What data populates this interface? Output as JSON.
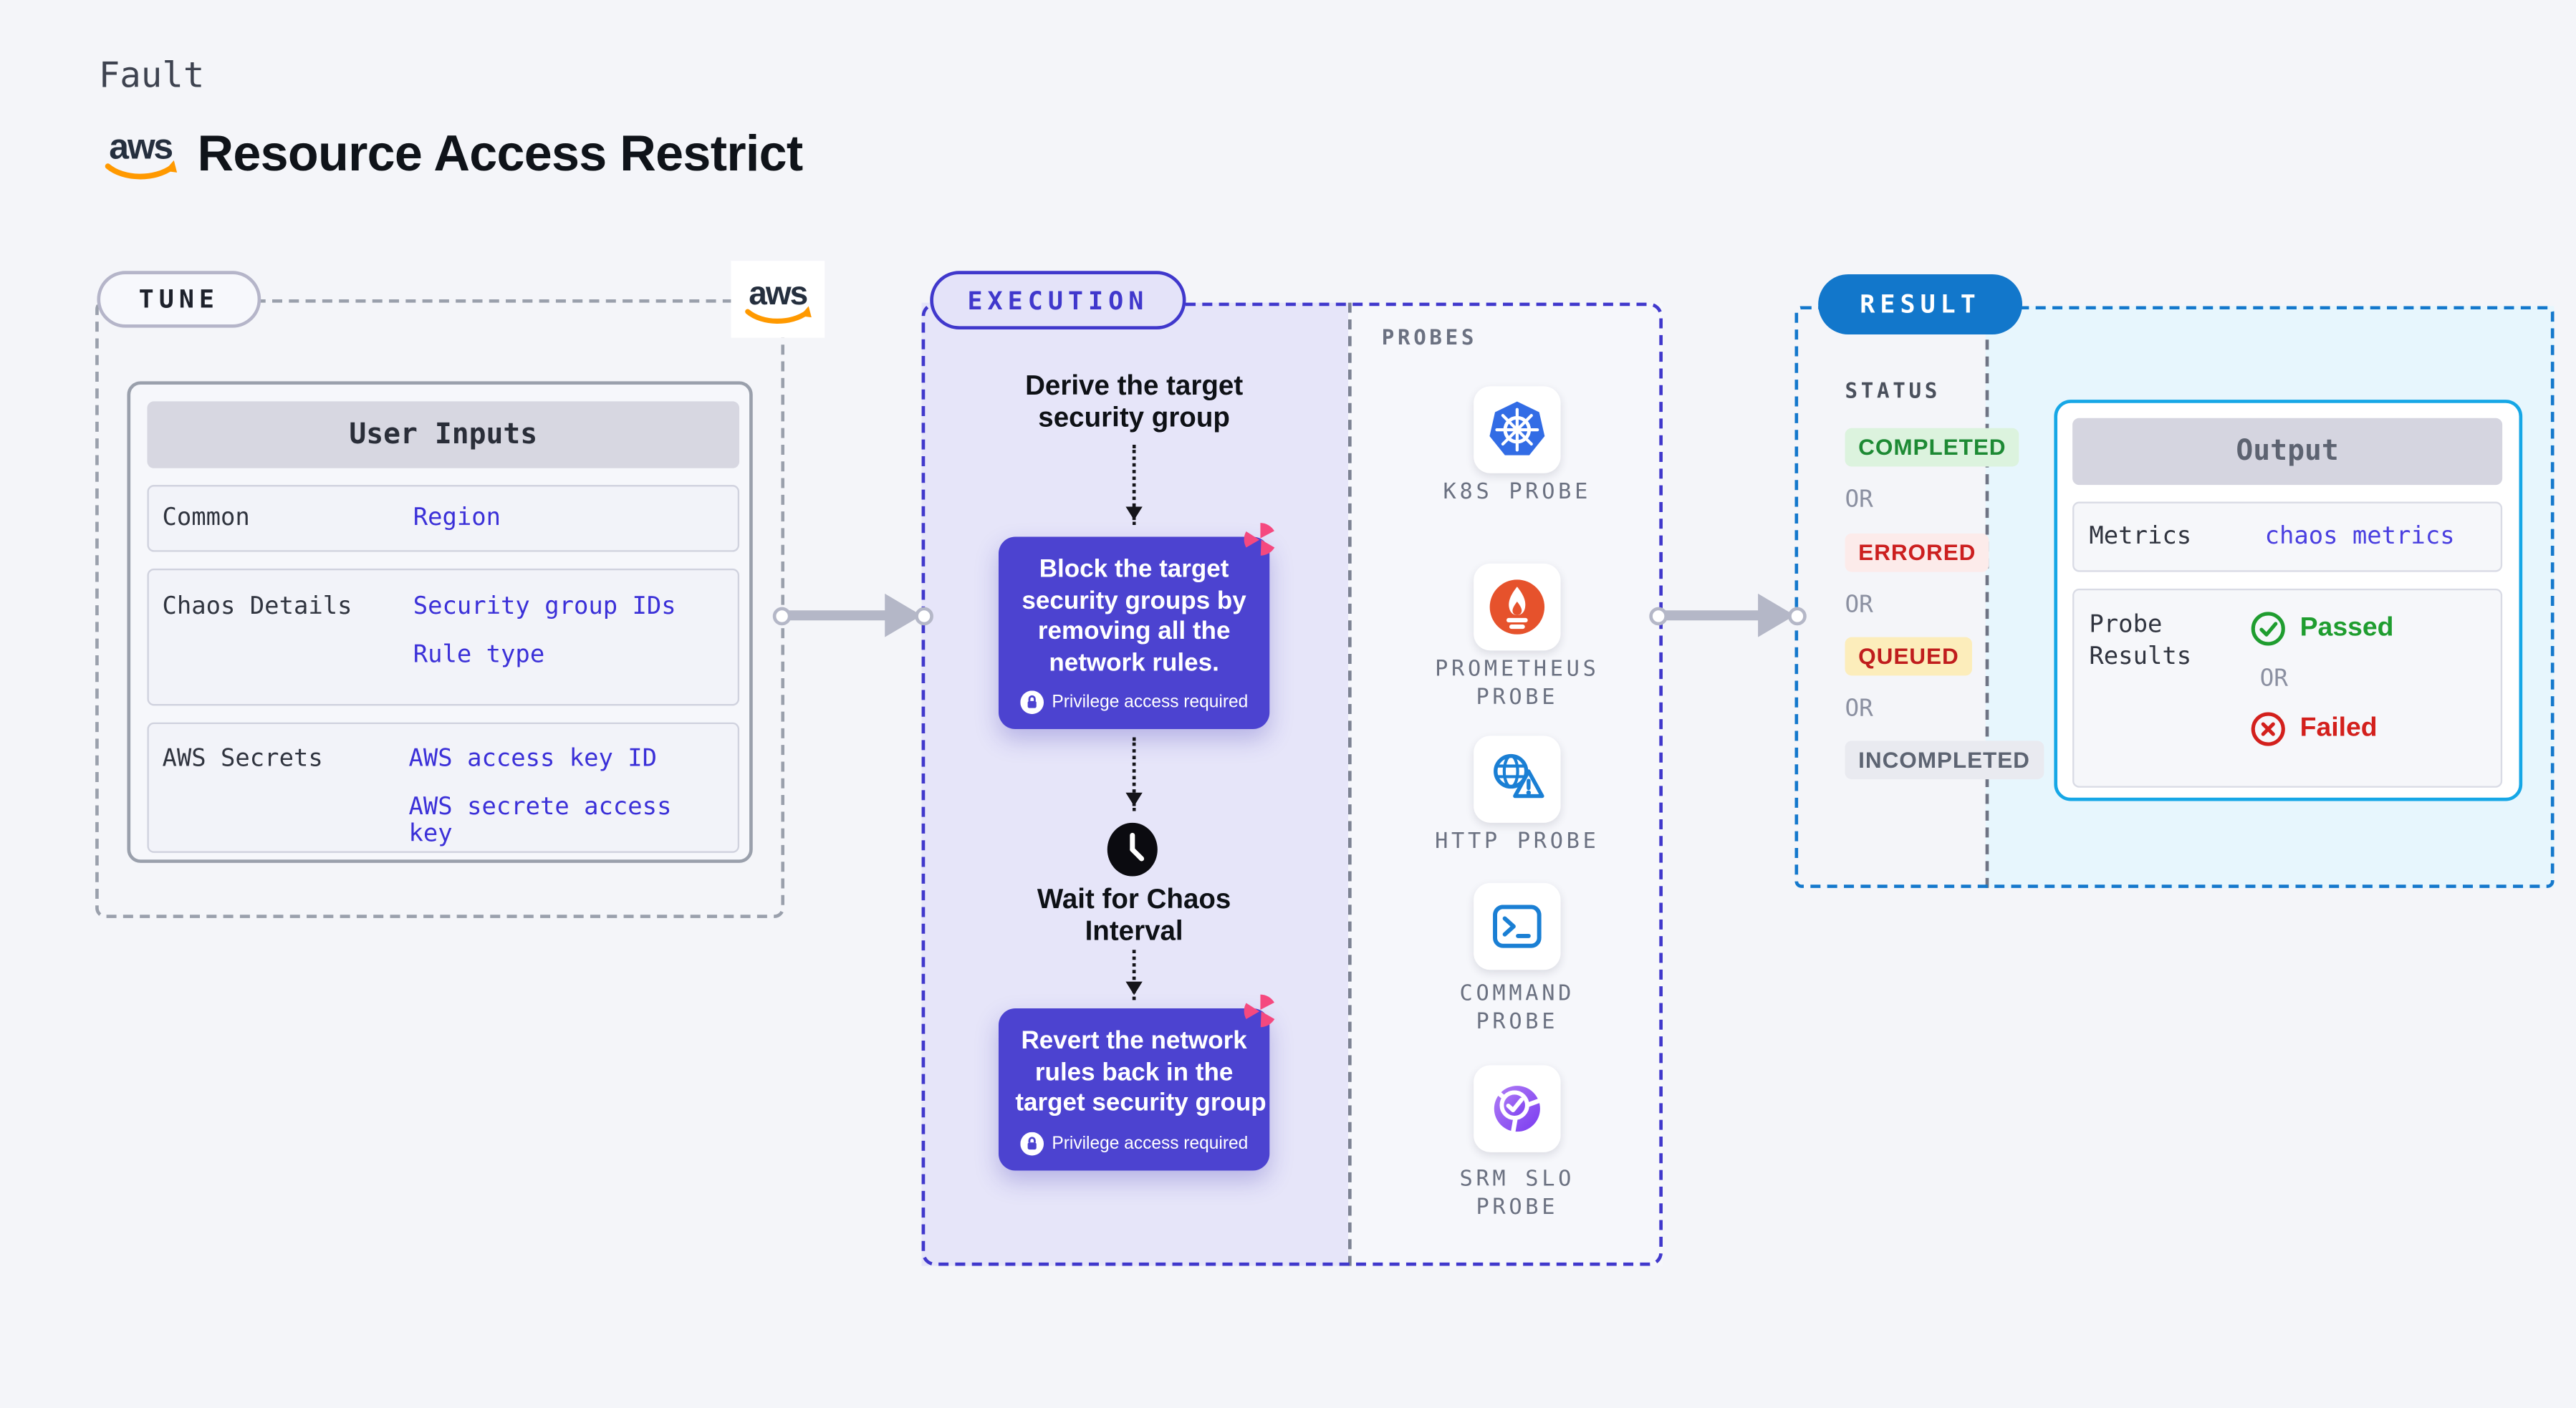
{
  "theme": {
    "page_bg": "#f4f5f9",
    "indigo_accent": "#4038cc",
    "indigo_box": "#4c43d0",
    "value_indigo": "#3b30d8",
    "result_blue": "#1277cb",
    "output_border": "#16a7e6",
    "passed_green": "#1f9d2f",
    "failed_red": "#d3201c",
    "chaos_pink": "#f5497f",
    "aws_orange": "#ff9900"
  },
  "header": {
    "kicker": "Fault",
    "title": "Resource Access Restrict"
  },
  "tune": {
    "badge": "TUNE",
    "table": {
      "title": "User Inputs",
      "rows": [
        {
          "label": "Common",
          "values": [
            "Region"
          ]
        },
        {
          "label": "Chaos Details",
          "values": [
            "Security group IDs",
            "Rule type"
          ]
        },
        {
          "label": "AWS Secrets",
          "values": [
            "AWS access key ID",
            "AWS secrete access key"
          ]
        }
      ]
    }
  },
  "execution": {
    "badge": "EXECUTION",
    "steps": {
      "derive_lines": [
        "Derive the target",
        "security group"
      ],
      "block_lines": [
        "Block the target",
        "security groups by",
        "removing all the",
        "network rules."
      ],
      "wait_lines": [
        "Wait for Chaos",
        "Interval"
      ],
      "revert_lines": [
        "Revert the network",
        "rules back in the",
        "target security group"
      ],
      "privilege_note": "Privilege access required"
    },
    "probes": {
      "title": "PROBES",
      "items": [
        {
          "label": "K8S PROBE",
          "icon": "kubernetes-icon"
        },
        {
          "label": "PROMETHEUS PROBE",
          "icon": "prometheus-icon"
        },
        {
          "label": "HTTP PROBE",
          "icon": "http-globe-warning-icon"
        },
        {
          "label": "COMMAND PROBE",
          "icon": "terminal-icon"
        },
        {
          "label": "SRM SLO PROBE",
          "icon": "srm-slo-icon"
        }
      ]
    }
  },
  "result": {
    "badge": "RESULT",
    "status_title": "STATUS",
    "or": "OR",
    "statuses": [
      {
        "label": "COMPLETED",
        "fg": "#1d8a34",
        "bg": "#dcf3de"
      },
      {
        "label": "ERRORED",
        "fg": "#cc1f1f",
        "bg": "#fcebea"
      },
      {
        "label": "QUEUED",
        "fg": "#c01d1d",
        "bg": "#fcedbb"
      },
      {
        "label": "INCOMPLETED",
        "fg": "#5d6472",
        "bg": "#e9eaf0"
      }
    ],
    "output": {
      "title": "Output",
      "metrics_label": "Metrics",
      "metrics_value": "chaos metrics",
      "probe_results_label": "Probe Results",
      "passed": "Passed",
      "or": "OR",
      "failed": "Failed"
    }
  }
}
